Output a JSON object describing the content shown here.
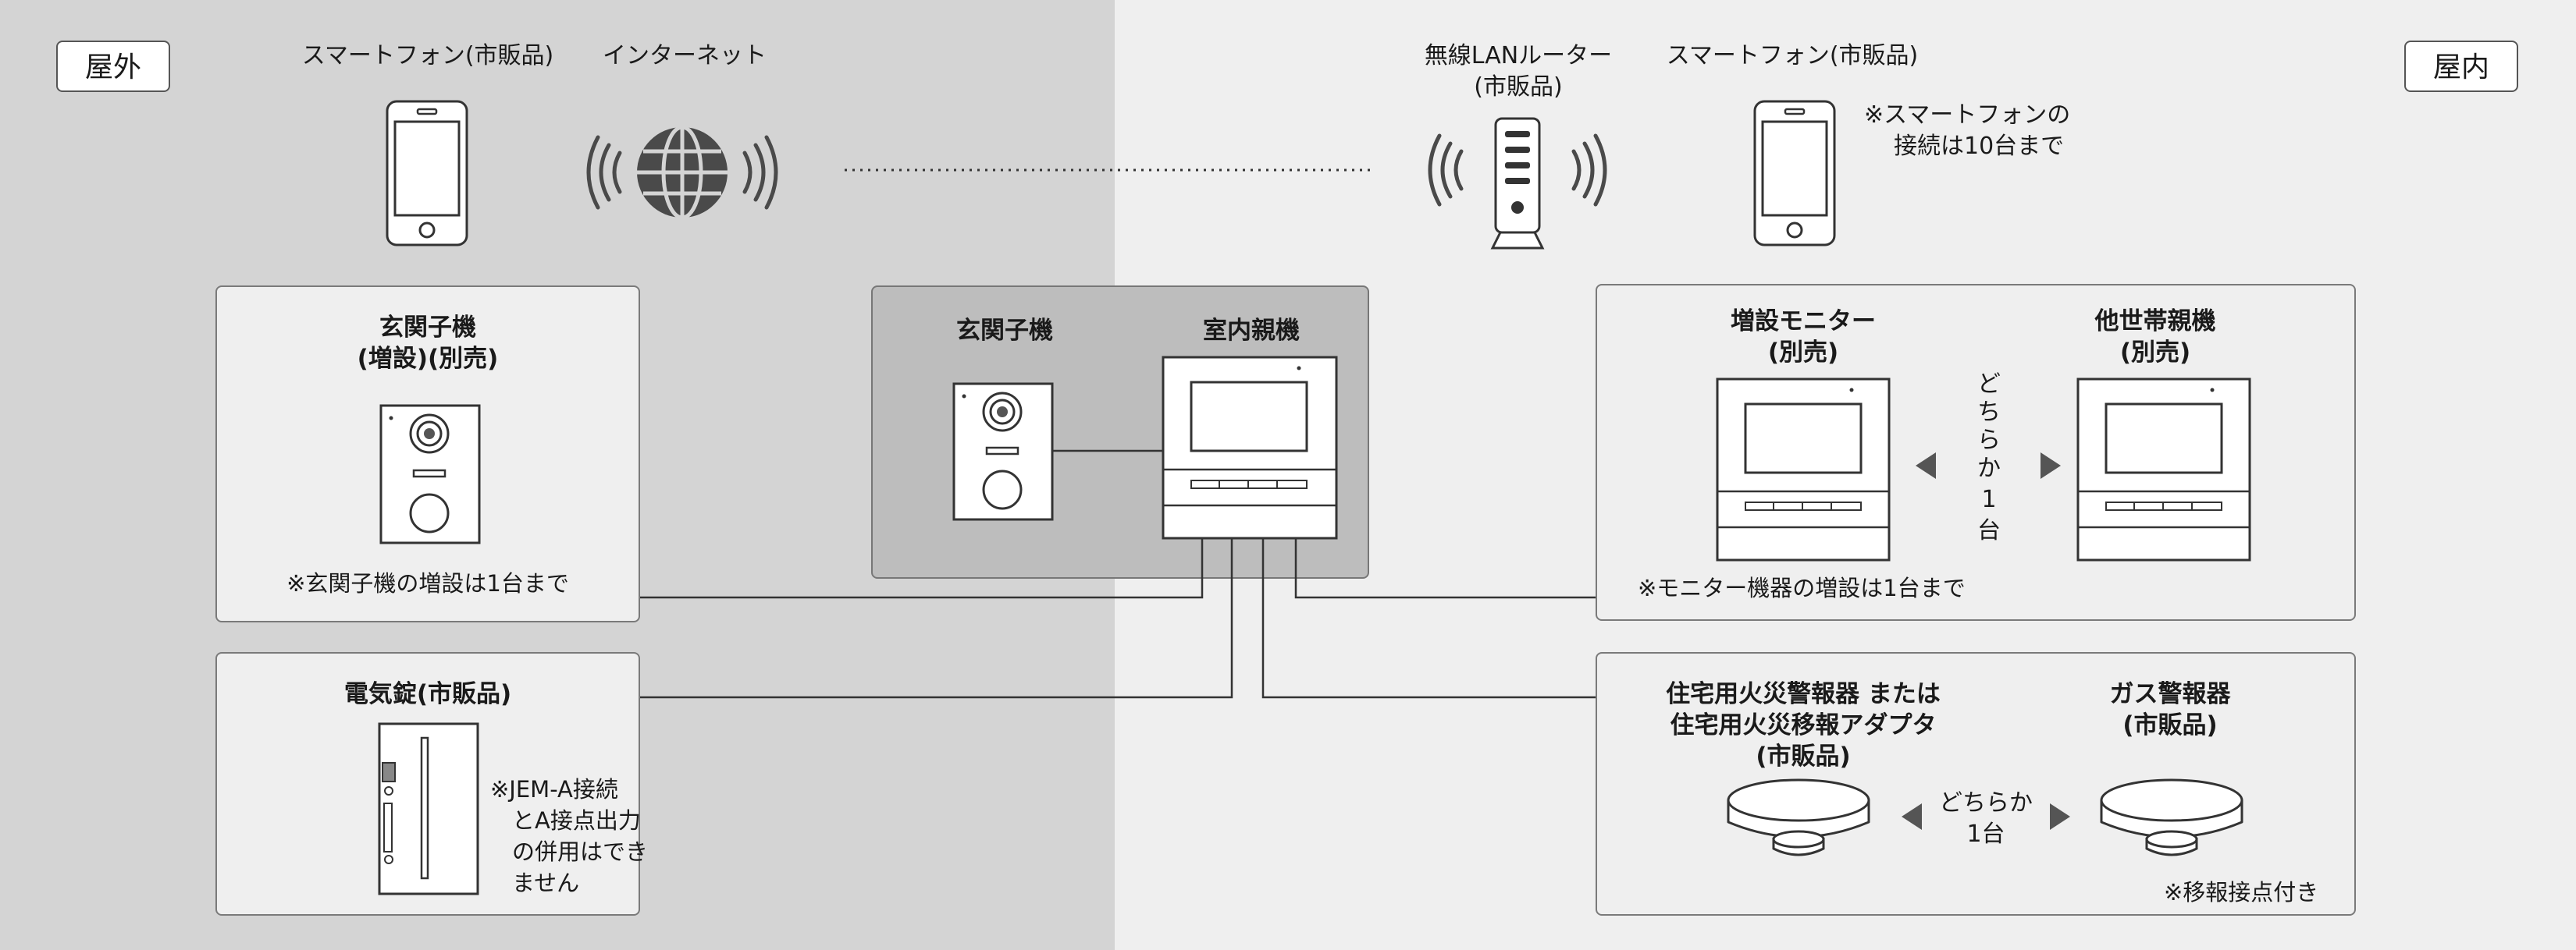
{
  "zones": {
    "outdoor_label": "屋外",
    "indoor_label": "屋内"
  },
  "top": {
    "smartphone_outdoor": "スマートフォン(市販品)",
    "internet": "インターネット",
    "router_line1": "無線LANルーター",
    "router_line2": "(市販品)",
    "smartphone_indoor": "スマートフォン(市販品)",
    "phone_note_line1": "※スマートフォンの",
    "phone_note_line2": "接続は10台まで"
  },
  "panels": {
    "extra_door": {
      "title_line1": "玄関子機",
      "title_line2": "(増設)(別売)",
      "note": "※玄関子機の増設は1台まで"
    },
    "main_set": {
      "door_title": "玄関子機",
      "monitor_title": "室内親機"
    },
    "monitors": {
      "left_title_line1": "増設モニター",
      "left_title_line2": "(別売)",
      "right_title_line1": "他世帯親機",
      "right_title_line2": "(別売)",
      "either_chars": [
        "ど",
        "ち",
        "ら",
        "か",
        "1",
        "台"
      ],
      "note": "※モニター機器の増設は1台まで"
    },
    "lock": {
      "title": "電気錠(市販品)",
      "note_line1": "※JEM-A接続",
      "note_line2": "とA接点出力",
      "note_line3": "の併用はでき",
      "note_line4": "ません"
    },
    "alarms": {
      "left_title_line1": "住宅用火災警報器 または",
      "left_title_line2": "住宅用火災移報アダプタ",
      "left_title_line3": "(市販品)",
      "right_title_line1": "ガス警報器",
      "right_title_line2": "(市販品)",
      "either_line1": "どちらか",
      "either_line2": "1台",
      "note": "※移報接点付き"
    }
  }
}
